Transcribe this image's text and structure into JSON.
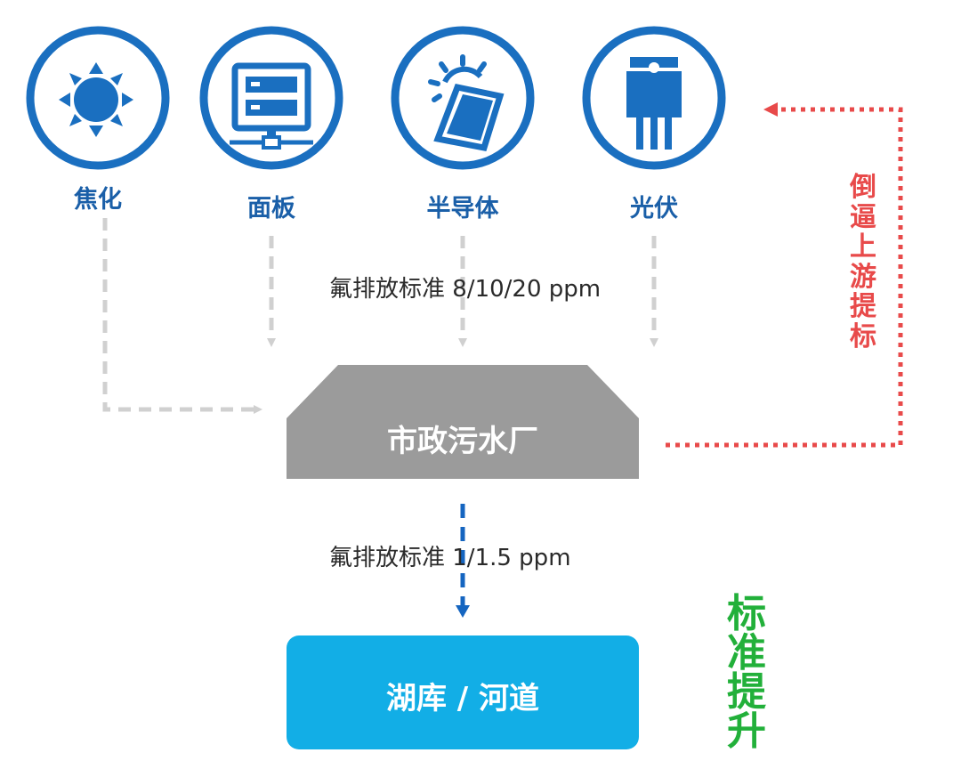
{
  "industries": [
    {
      "label": "焦化",
      "icon": "sun-icon"
    },
    {
      "label": "面板",
      "icon": "monitor-panel-icon"
    },
    {
      "label": "半导体",
      "icon": "solar-panel-icon"
    },
    {
      "label": "光伏",
      "icon": "transistor-chip-icon"
    }
  ],
  "upstream_standard": "氟排放标准 8/10/20 ppm",
  "plant_label": "市政污水厂",
  "downstream_standard": "氟排放标准 1/1.5 ppm",
  "receiving_water_label": "湖库 / 河道",
  "feedback_label": [
    "倒",
    "逼",
    "上",
    "游",
    "提",
    "标"
  ],
  "upgrade_label": [
    "标",
    "准",
    "提",
    "升"
  ],
  "colors": {
    "icon_blue": "#1a6fc0",
    "label_blue": "#1a5fa8",
    "plant_gray": "#9b9b9b",
    "water_box": "#12aee6",
    "feedback_red": "#e84a4a",
    "upgrade_green": "#22b03a",
    "dashed_gray": "#d0d0d0",
    "flow_blue": "#1565c0"
  }
}
